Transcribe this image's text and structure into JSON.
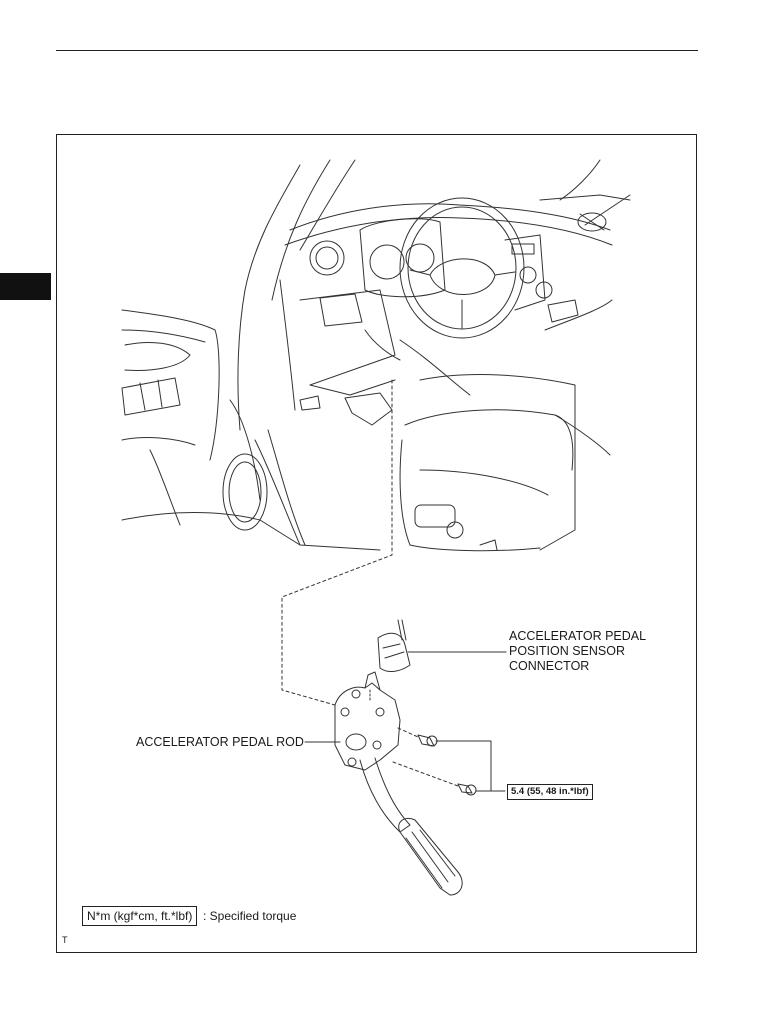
{
  "labels": {
    "sensor_connector": "ACCELERATOR PEDAL\nPOSITION SENSOR\nCONNECTOR",
    "pedal_rod": "ACCELERATOR PEDAL ROD",
    "torque_value": "5.4 (55, 48 in.*lbf)"
  },
  "legend": {
    "unit_box": "N*m (kgf*cm, ft.*lbf)",
    "description": ": Specified torque"
  },
  "corner_mark": "T"
}
